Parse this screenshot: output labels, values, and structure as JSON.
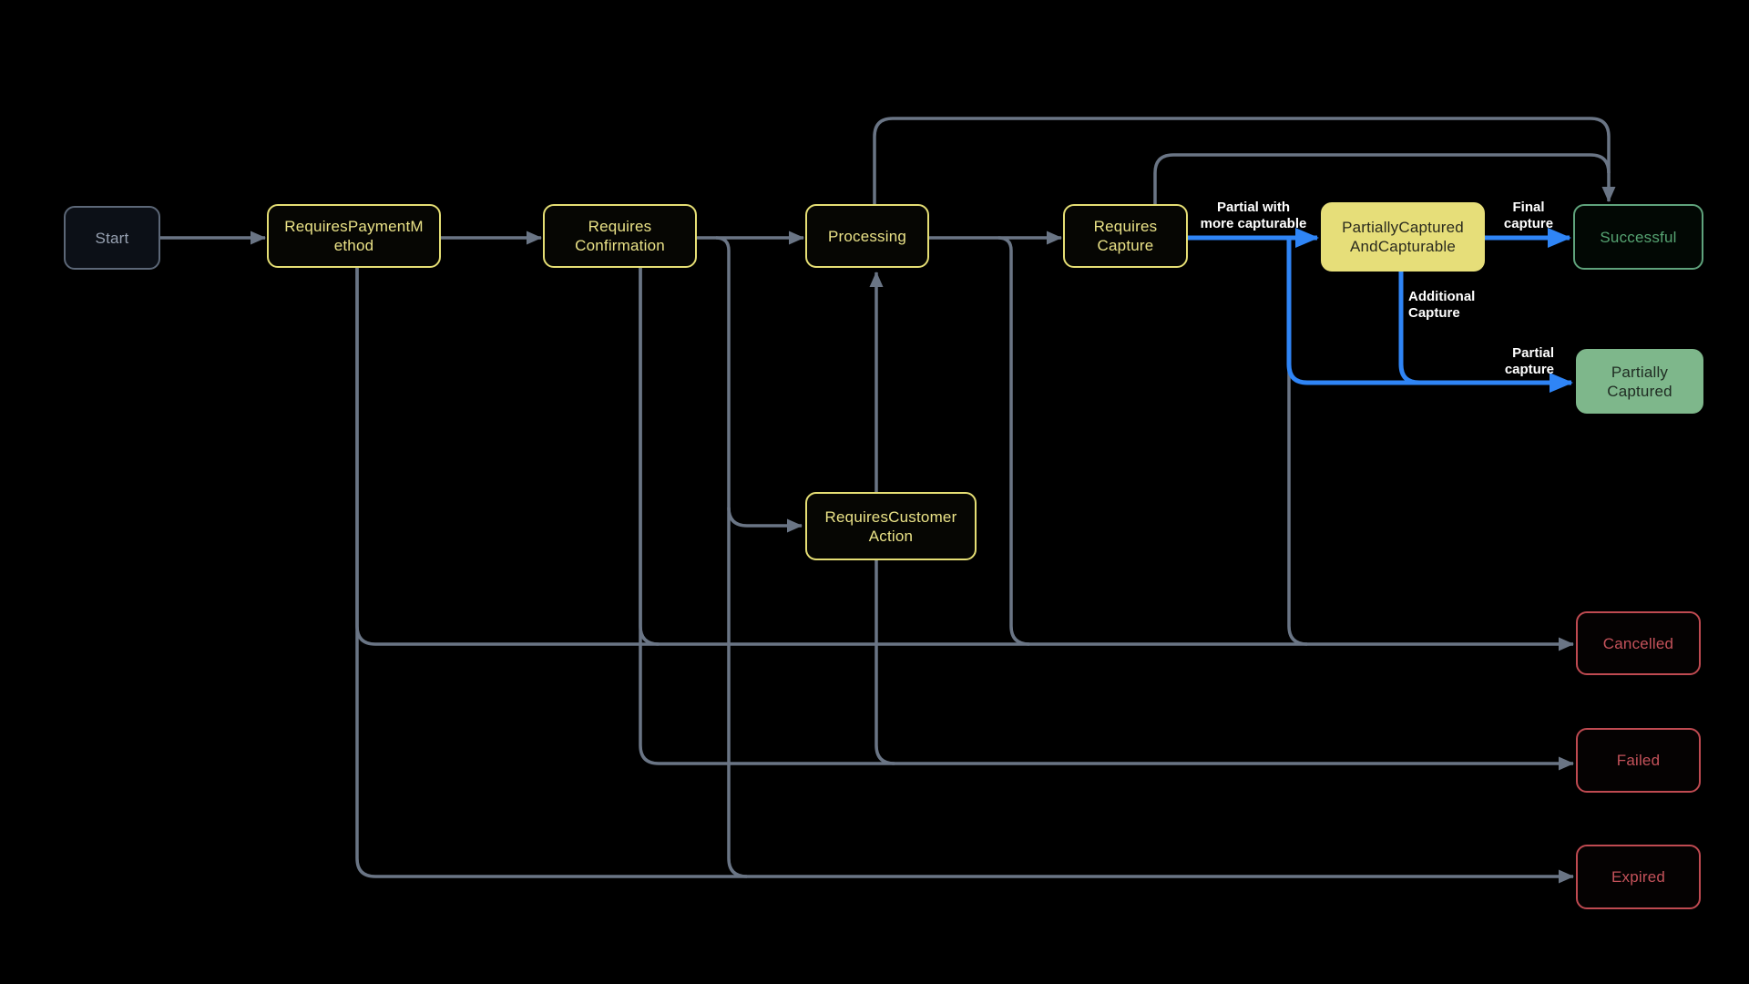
{
  "diagram": {
    "type": "state-flowchart",
    "background": "#000000",
    "nodes": {
      "start": {
        "label": "Start",
        "kind": "start"
      },
      "requires_payment_method": {
        "label": "RequiresPaymentM\nethod",
        "kind": "state"
      },
      "requires_confirmation": {
        "label": "Requires\nConfirmation",
        "kind": "state"
      },
      "processing": {
        "label": "Processing",
        "kind": "state"
      },
      "requires_capture": {
        "label": "Requires\nCapture",
        "kind": "state"
      },
      "partially_captured_and_capturable": {
        "label": "PartiallyCaptured\nAndCapturable",
        "kind": "state-highlight"
      },
      "successful": {
        "label": "Successful",
        "kind": "success"
      },
      "partially_captured": {
        "label": "Partially\nCaptured",
        "kind": "success-highlight"
      },
      "requires_customer_action": {
        "label": "RequiresCustomer\nAction",
        "kind": "state"
      },
      "cancelled": {
        "label": "Cancelled",
        "kind": "terminal-error"
      },
      "failed": {
        "label": "Failed",
        "kind": "terminal-error"
      },
      "expired": {
        "label": "Expired",
        "kind": "terminal-error"
      }
    },
    "edge_labels": {
      "partial_with_more_capturable": "Partial with\nmore capturable",
      "final_capture": "Final\ncapture",
      "additional_capture": "Additional\nCapture",
      "partial_capture": "Partial\ncapture"
    },
    "colors": {
      "edge_gray": "#6a7585",
      "edge_blue": "#2f85f6",
      "edge_label_text": "#ffffff",
      "yellow_border": "#e5de74",
      "yellow_text": "#eae287",
      "yellow_fill": "#e6de79",
      "yellow_fill_text": "#2b2b1e",
      "green_border": "#5fa37c",
      "green_text": "#56a472",
      "green_fill": "#7eb78b",
      "green_fill_text": "#1f2b22",
      "red": "#bf4a51",
      "start_border": "#5c6777",
      "start_text": "#97a1b1"
    }
  }
}
